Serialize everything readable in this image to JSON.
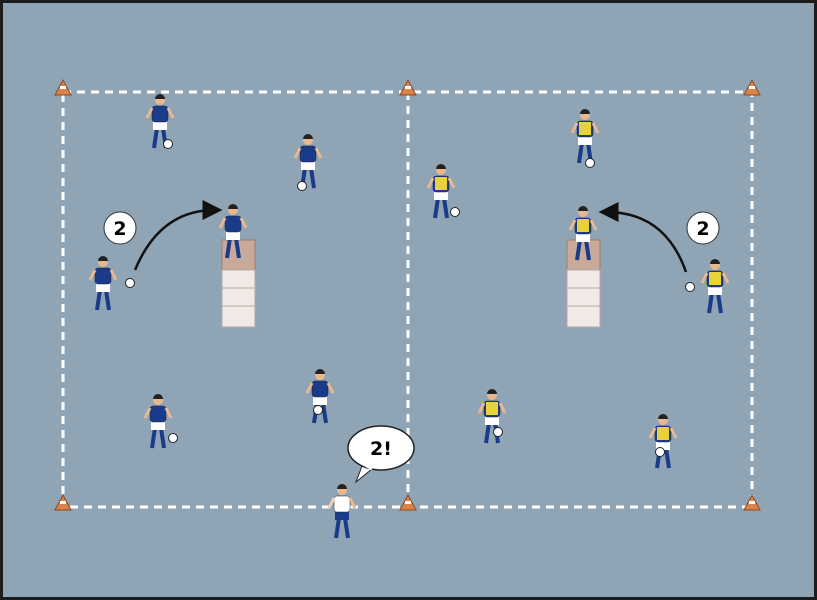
{
  "diagram": {
    "callouts": [
      {
        "label": "2",
        "side": "left"
      },
      {
        "label": "2",
        "side": "right"
      }
    ],
    "coach_speech": "2!",
    "colors": {
      "field": "#8fa4b4",
      "border": "#1c1c1c",
      "lines": "#ffffff",
      "team_blue_shirt": "#1a3a8a",
      "team_yellow_bib": "#e8d23a",
      "shorts": "#ffffff",
      "cone": "#d9824a",
      "platform": "#c9aa9a"
    }
  }
}
